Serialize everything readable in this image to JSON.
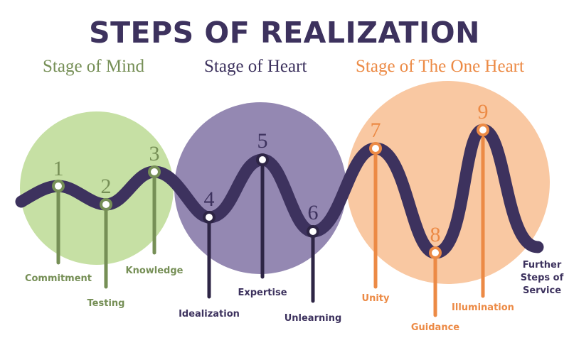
{
  "title": "STEPS OF REALIZATION",
  "colors": {
    "title": "#3d325e",
    "wave": "#3d325e",
    "mind_circle": "#c6e0a4",
    "mind_accent": "#768f56",
    "heart_circle": "#9488b2",
    "heart_accent": "#2e2545",
    "one_heart_circle": "#f9c8a2",
    "one_heart_accent": "#ec8a45",
    "further_text": "#3d325e"
  },
  "stages": [
    {
      "name": "Stage of Mind",
      "color_key": "mind"
    },
    {
      "name": "Stage of Heart",
      "color_key": "heart"
    },
    {
      "name": "Stage of The One Heart",
      "color_key": "one_heart"
    }
  ],
  "steps": [
    {
      "number": "1",
      "label": "Commitment",
      "stage": 0
    },
    {
      "number": "2",
      "label": "Testing",
      "stage": 0
    },
    {
      "number": "3",
      "label": "Knowledge",
      "stage": 0
    },
    {
      "number": "4",
      "label": "Idealization",
      "stage": 1
    },
    {
      "number": "5",
      "label": "Expertise",
      "stage": 1
    },
    {
      "number": "6",
      "label": "Unlearning",
      "stage": 1
    },
    {
      "number": "7",
      "label": "Unity",
      "stage": 2
    },
    {
      "number": "8",
      "label": "Guidance",
      "stage": 2
    },
    {
      "number": "9",
      "label": "Illumination",
      "stage": 2
    }
  ],
  "further": [
    "Further",
    "Steps of",
    "Service"
  ]
}
